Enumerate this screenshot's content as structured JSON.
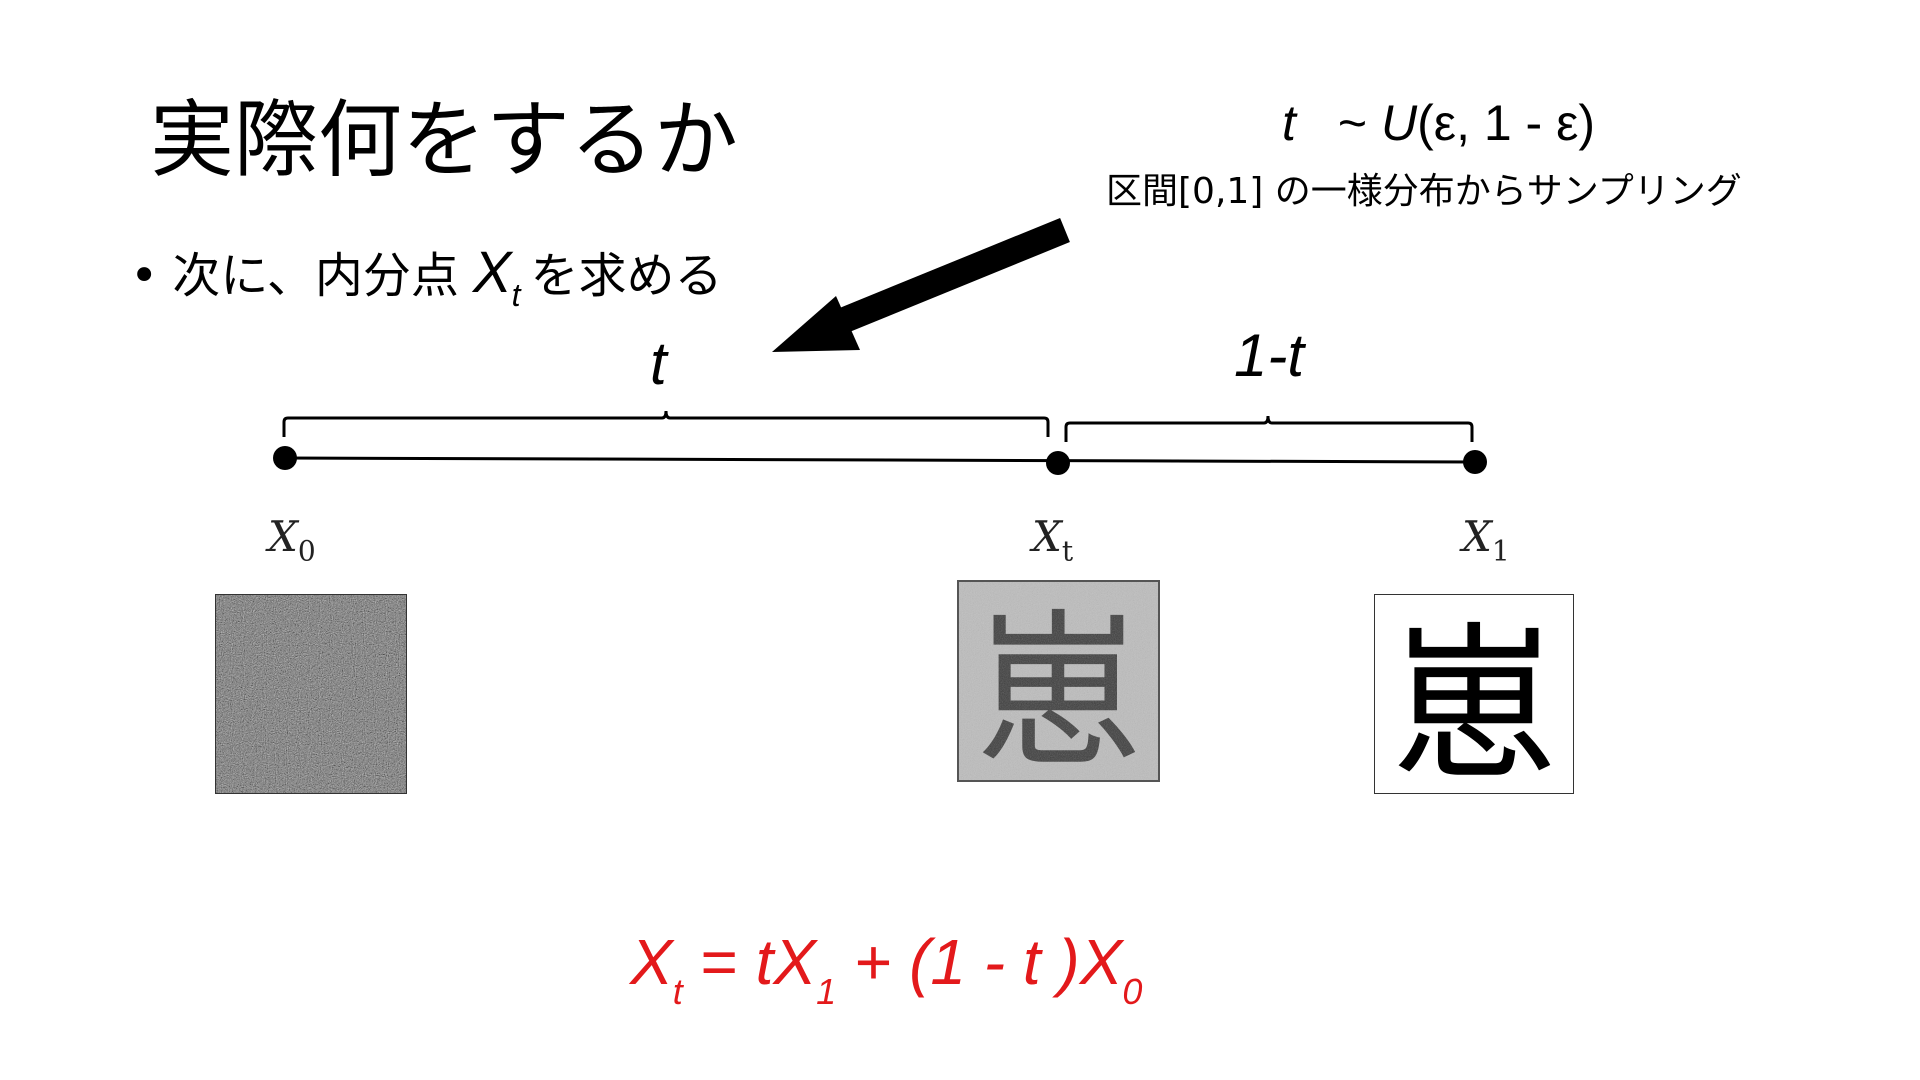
{
  "title": "実際何をするか",
  "bullet": {
    "marker": "•",
    "text_before": "次に、内分点",
    "variable": "X",
    "variable_sub": "t",
    "text_after": "を求める"
  },
  "sampling": {
    "t": "t",
    "tilde": "~",
    "dist": "U",
    "args": "(ε, 1 - ε)",
    "note": "区間[0,1] の一様分布からサンプリング"
  },
  "segments": {
    "left": "t",
    "right": "1-t"
  },
  "points": {
    "x0": {
      "symbol": "X",
      "sub": "0"
    },
    "xt": {
      "symbol": "X",
      "sub": "t"
    },
    "x1": {
      "symbol": "X",
      "sub": "1"
    }
  },
  "images": {
    "x0": {
      "kind": "noise"
    },
    "xt": {
      "kind": "noisy-kanji",
      "char": "崽"
    },
    "x1": {
      "kind": "clean-kanji",
      "char": "崽"
    }
  },
  "formula": {
    "lhs": "X",
    "lhs_sub": "t",
    "eq": " = ",
    "t1": "tX",
    "t1_sub": "1",
    "plus": " + (1 - t )X",
    "t2_sub": "0"
  },
  "colors": {
    "formula": "#e3191b",
    "arrow": "#000000",
    "line": "#000000"
  }
}
